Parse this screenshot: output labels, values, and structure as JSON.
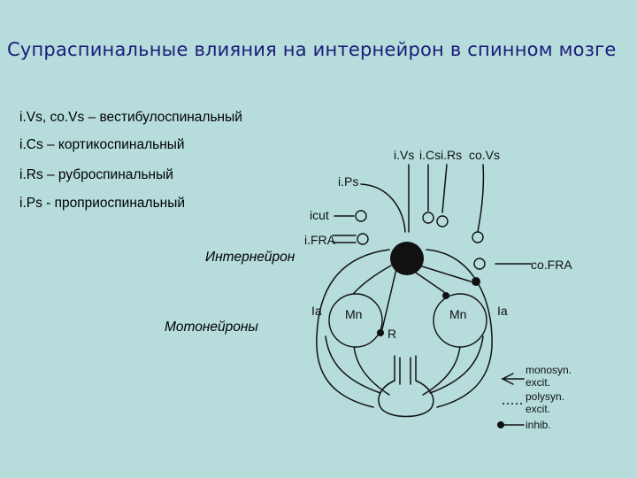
{
  "title": "Супраспинальные влияния на интернейрон в спинном мозге",
  "legend": [
    "i.Vs, co.Vs – вестибулоспинальный",
    "i.Cs – кортикоспинальный",
    "i.Rs – руброспинальный",
    "i.Ps - проприоспинальный"
  ],
  "captions": {
    "interneuron": "Интернейрон",
    "motoneurons": "Мотонейроны"
  },
  "diagram": {
    "top_inputs": [
      "i.Vs",
      "i.Cs",
      "i.Rs",
      "co.Vs"
    ],
    "ips": "i.Ps",
    "icut": "icut",
    "ifra": "i.FRA",
    "cofra": "co.FRA",
    "ia_left": "Ia",
    "ia_right": "Ia",
    "mn_left": "Mn",
    "mn_right": "Mn",
    "renshaw": "R",
    "key": {
      "mono_1": "monosyn.",
      "mono_2": "excit.",
      "poly_1": "polysyn.",
      "poly_2": "excit.",
      "inhib": "inhib."
    }
  }
}
